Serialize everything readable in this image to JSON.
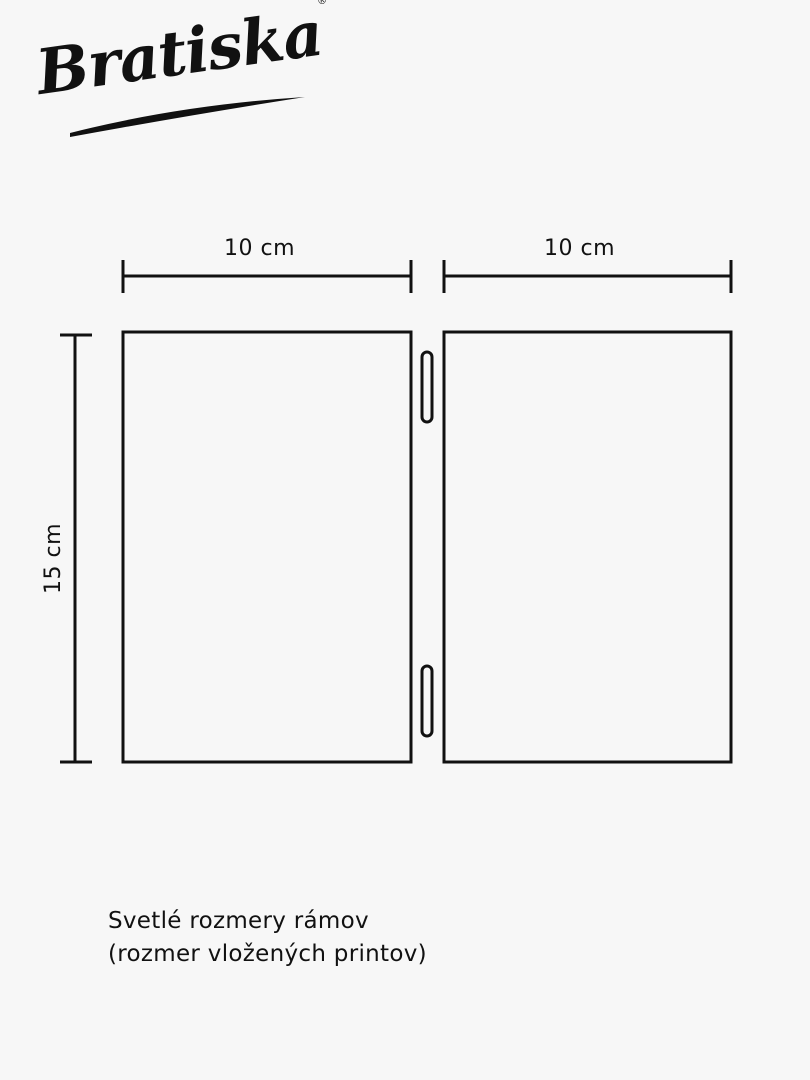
{
  "brand": {
    "logo_text": "Bratiska",
    "registered_mark": "®"
  },
  "diagram": {
    "width_left_label": "10 cm",
    "width_right_label": "10 cm",
    "height_label": "15 cm"
  },
  "caption": {
    "line1": "Svetlé rozmery rámov",
    "line2": "(rozmer vložených printov)"
  }
}
